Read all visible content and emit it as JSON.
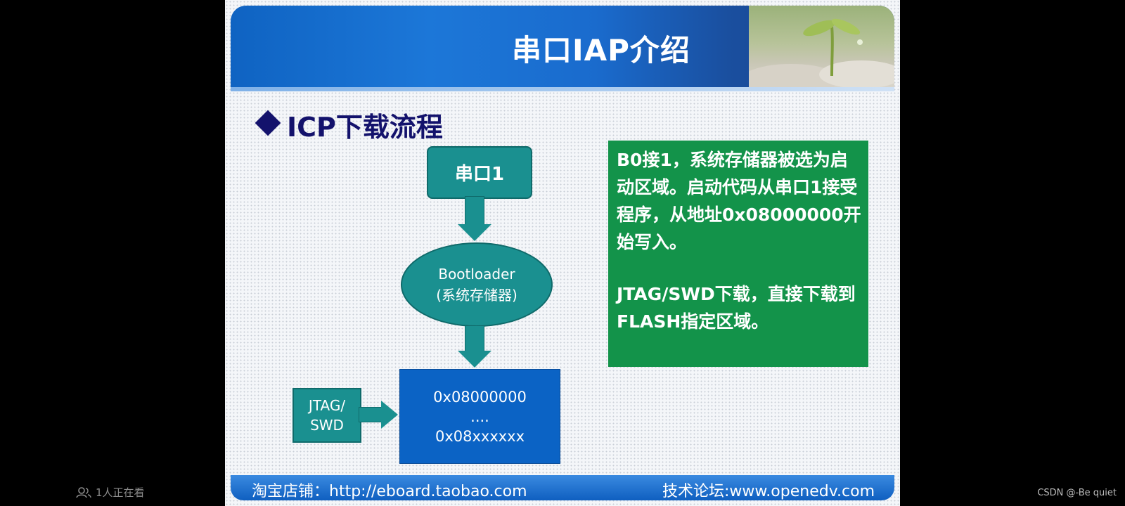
{
  "slide": {
    "title": "串口IAP介绍",
    "section_title": "ICP下载流程",
    "diagram": {
      "uart_label": "串口1",
      "bootloader_line1": "Bootloader",
      "bootloader_line2": "(系统存储器)",
      "flash_line1": "0x08000000",
      "flash_line2": "....",
      "flash_line3": "0x08xxxxxx",
      "jtag_line1": "JTAG/",
      "jtag_line2": "SWD"
    },
    "info": {
      "paragraph1": "B0接1，系统存储器被选为启动区域。启动代码从串口1接受程序，从地址0x08000000开始写入。",
      "paragraph2": "JTAG/SWD下载，直接下载到FLASH指定区域。"
    },
    "footer": {
      "shop": "淘宝店铺：http://eboard.taobao.com",
      "forum": "技术论坛:www.openedv.com"
    }
  },
  "player": {
    "viewer_count": "1人正在看",
    "watermark": "CSDN @-Be quiet"
  },
  "colors": {
    "header_blue": "#1c77d8",
    "teal": "#1a9090",
    "info_green": "#13934a",
    "flash_blue": "#0b63c5",
    "navy_title": "#13126c"
  }
}
